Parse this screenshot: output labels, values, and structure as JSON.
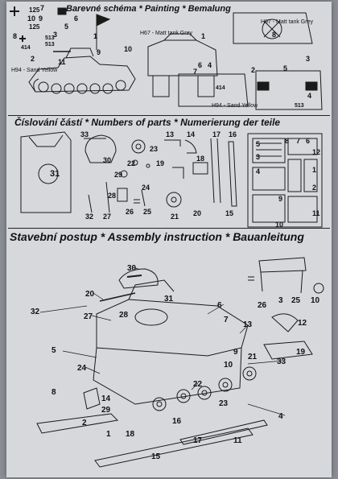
{
  "sections": {
    "painting": {
      "title": "Barevné schéma * Painting * Bemalung"
    },
    "parts": {
      "title": "Číslování částí * Numbers of parts * Numerierung der teile"
    },
    "assembly": {
      "title": "Stavební postup * Assembly instruction * Bauanleitung"
    }
  },
  "painting_labels": {
    "matt_grey_1": "H67 - Matt tank Grey",
    "matt_grey_2": "H67 - Matt tank Grey",
    "sand_yellow_1": "H94 - Sand Yellow",
    "sand_yellow_2": "H94 - Sand Yellow"
  },
  "decal_markings": {
    "a": "125",
    "b": "10",
    "c": "9",
    "d": "7",
    "e": "125",
    "f": "513",
    "g": "513",
    "h": "414",
    "i": "414",
    "j": "513"
  },
  "painting_numbers": [
    "6",
    "5",
    "8",
    "3",
    "1",
    "2",
    "9",
    "10",
    "11",
    "1",
    "7",
    "6",
    "4",
    "2",
    "5",
    "3",
    "4",
    "8"
  ],
  "parts_numbers": [
    "33",
    "30",
    "23",
    "22",
    "19",
    "29",
    "24",
    "28",
    "26",
    "25",
    "31",
    "13",
    "14",
    "17",
    "16",
    "18",
    "21",
    "20",
    "15",
    "32",
    "27",
    "5",
    "3",
    "4",
    "12",
    "1",
    "2",
    "11",
    "9",
    "10",
    "8",
    "7",
    "6"
  ],
  "assembly_numbers": [
    "30",
    "20",
    "32",
    "27",
    "28",
    "31",
    "6",
    "7",
    "5",
    "24",
    "8",
    "14",
    "29",
    "2",
    "1",
    "18",
    "16",
    "13",
    "9",
    "10",
    "21",
    "22",
    "23",
    "17",
    "11",
    "4",
    "33",
    "19",
    "12",
    "26",
    "3",
    "25",
    "10",
    "15"
  ]
}
